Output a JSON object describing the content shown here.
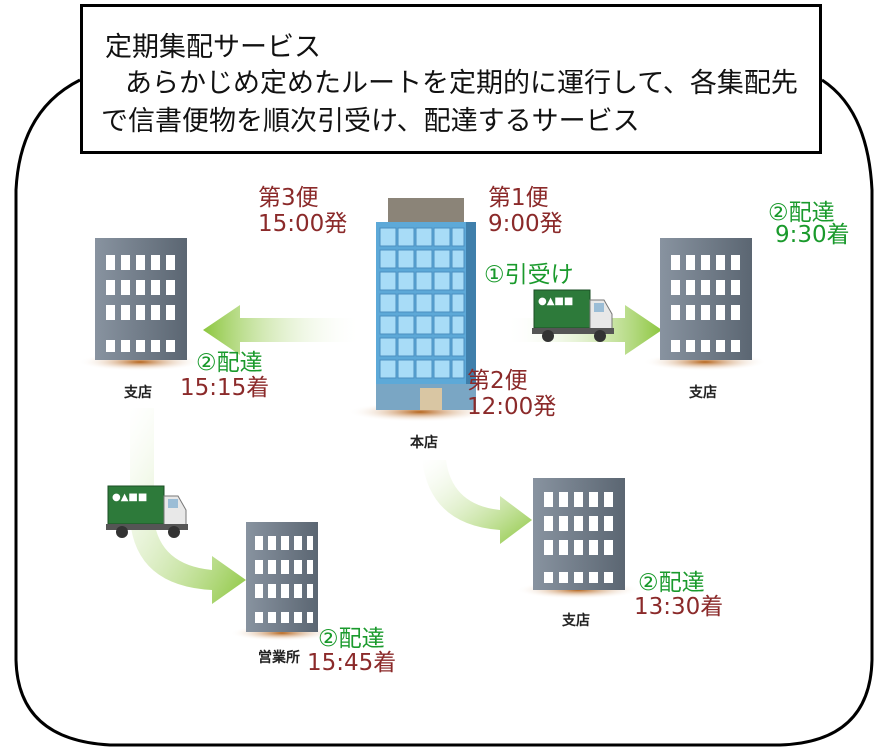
{
  "callout": {
    "title": "定期集配サービス",
    "description": "あらかじめ定めたルートを定期的に運行して、各集配先で信書便物を順次引受け、配達するサービス"
  },
  "buildings": {
    "hq": "本店",
    "branch_left": "支店",
    "branch_right": "支店",
    "branch_bottom": "支店",
    "office": "営業所"
  },
  "trips": {
    "first": {
      "name": "第1便",
      "time": "9:00発"
    },
    "second": {
      "name": "第2便",
      "time": "12:00発"
    },
    "third": {
      "name": "第3便",
      "time": "15:00発"
    }
  },
  "events": {
    "pickup": "①引受け",
    "delivery_right": {
      "label": "②配達",
      "time": "9:30着"
    },
    "delivery_left": {
      "label": "②配達",
      "time": "15:15着"
    },
    "delivery_bottom": {
      "label": "②配達",
      "time": "13:30着"
    },
    "delivery_office": {
      "label": "②配達",
      "time": "15:45着"
    }
  },
  "colors": {
    "trip_label": "#8b2a2a",
    "event_label": "#1a9a2c",
    "arrow": "#a6d24a",
    "building": "#6f7c88",
    "hq_glass": "#7ec4ee",
    "truck": "#2d7a3a"
  }
}
